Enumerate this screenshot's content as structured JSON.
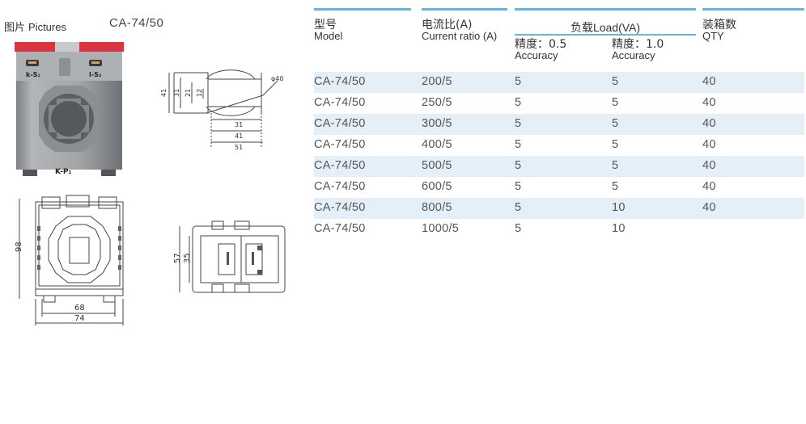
{
  "pictures": {
    "label_cn": "图片",
    "label_en": "Pictures",
    "model": "CA-74/50"
  },
  "product_photo": {
    "terminal_left": "k-S₁",
    "terminal_right": "l-S₂",
    "primary": "K-P₁"
  },
  "side_drawing": {
    "dims": [
      "41",
      "31",
      "21",
      "12",
      "φ40",
      "31",
      "41",
      "51"
    ]
  },
  "front_drawing": {
    "dims": {
      "height": "98",
      "inner_width": "68",
      "outer_width": "74"
    }
  },
  "top_drawing": {
    "dims": {
      "outer": "57",
      "inner": "35"
    }
  },
  "table": {
    "headers": {
      "model_cn": "型号",
      "model_en": "Model",
      "ratio_cn": "电流比(A)",
      "ratio_en": "Current ratio (A)",
      "load_cn": "负载",
      "load_en": "Load(VA)",
      "qty_cn": "装箱数",
      "qty_en": "QTY",
      "acc1_cn": "精度：0.5",
      "acc1_en": "Accuracy",
      "acc2_cn": "精度：1.0",
      "acc2_en": "Accuracy"
    },
    "rows": [
      {
        "model": "CA-74/50",
        "ratio": "200/5",
        "acc05": "5",
        "acc10": "5",
        "qty": "40"
      },
      {
        "model": "CA-74/50",
        "ratio": "250/5",
        "acc05": "5",
        "acc10": "5",
        "qty": "40"
      },
      {
        "model": "CA-74/50",
        "ratio": "300/5",
        "acc05": "5",
        "acc10": "5",
        "qty": "40"
      },
      {
        "model": "CA-74/50",
        "ratio": "400/5",
        "acc05": "5",
        "acc10": "5",
        "qty": "40"
      },
      {
        "model": "CA-74/50",
        "ratio": "500/5",
        "acc05": "5",
        "acc10": "5",
        "qty": "40"
      },
      {
        "model": "CA-74/50",
        "ratio": "600/5",
        "acc05": "5",
        "acc10": "5",
        "qty": "40"
      },
      {
        "model": "CA-74/50",
        "ratio": "800/5",
        "acc05": "5",
        "acc10": "10",
        "qty": "40"
      },
      {
        "model": "CA-74/50",
        "ratio": "1000/5",
        "acc05": "5",
        "acc10": "10",
        "qty": ""
      }
    ]
  },
  "colors": {
    "accent_bar": "#6fb3d6",
    "row_shade": "#e4eff8",
    "terminal_red": "#d9343f",
    "body_grey": "#9ea2a6"
  }
}
